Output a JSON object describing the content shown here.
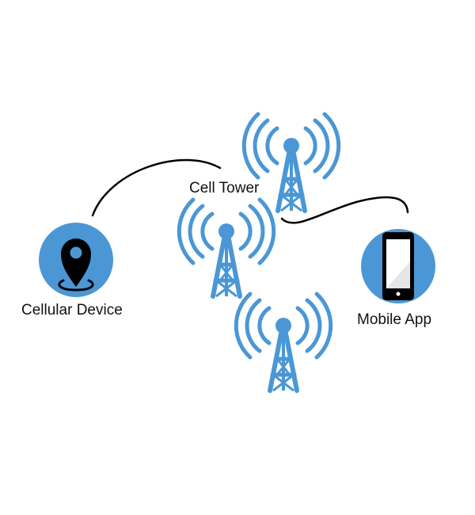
{
  "nodes": {
    "cellular_device": {
      "label": "Cellular Device",
      "icon": "map-pin-icon"
    },
    "cell_tower": {
      "label": "Cell Tower",
      "icon": "cell-tower-icon"
    },
    "mobile_app": {
      "label": "Mobile App",
      "icon": "smartphone-icon"
    }
  },
  "colors": {
    "accent_blue": "#4b97d6",
    "icon_black": "#000000",
    "connector": "#000000",
    "background": "#ffffff"
  }
}
